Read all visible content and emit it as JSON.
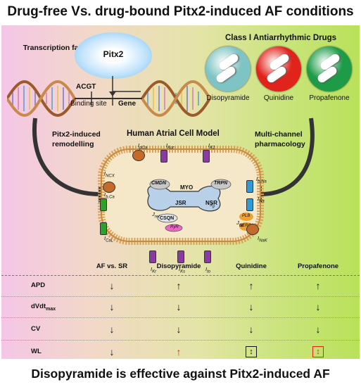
{
  "title": "Drug-free Vs. drug-bound Pitx2-induced AF conditions",
  "footer": "Disopyramide is effective against Pitx2-induced AF",
  "top": {
    "transcription_factor": "Transcription factor",
    "pitx2": "Pitx2",
    "acgt": "ACGT",
    "binding_site": "Binding site",
    "gene": "Gene",
    "drugs_title": "Class I Antiarrhythmic Drugs",
    "drugs": [
      {
        "name": "Disopyramide",
        "color": "#7fc4c4"
      },
      {
        "name": "Quinidine",
        "color": "#e0231b"
      },
      {
        "name": "Propafenone",
        "color": "#1e9b47"
      }
    ]
  },
  "middle": {
    "left_label": "Pitx2-induced remodelling",
    "right_label": "Multi-channel pharmacology",
    "cell_title": "Human Atrial Cell Model",
    "cmdn": "CMDN",
    "trpn": "TRPN",
    "myo": "MYO",
    "csqn": "CSQN",
    "jsr": "JSR",
    "nsr": "NSR",
    "ryr": "RyR",
    "plb": "PLB",
    "serca": "SERCA",
    "currents": {
      "ipca": "I",
      "ipca_sub": "pCa",
      "ikur": "I",
      "ikur_sub": "Kur",
      "ik1": "I",
      "ik1_sub": "K1",
      "incx": "I",
      "incx_sub": "NCX",
      "ibca": "I",
      "ibca_sub": "b,Ca",
      "ical": "I",
      "ical_sub": "CaL",
      "ibna": "I",
      "ibna_sub": "b,Na",
      "ina": "I",
      "ina_sub": "Na",
      "inak": "I",
      "inak_sub": "NaK",
      "ikr": "I",
      "ikr_sub": "Kr",
      "iks": "I",
      "iks_sub": "Ks",
      "ito": "I",
      "ito_sub": "to",
      "jrel": "J",
      "jrel_sub": "rel",
      "jtr": "J",
      "jtr_sub": "tr",
      "jup": "J",
      "jup_sub": "up"
    }
  },
  "table": {
    "columns": [
      "AF vs. SR",
      "Disopyramide",
      "Quinidine",
      "Propafenone"
    ],
    "rows": [
      {
        "label": "APD",
        "label_sub": "",
        "cells": [
          "↓",
          "↑",
          "↑",
          "↑"
        ]
      },
      {
        "label": "dVdt",
        "label_sub": "max",
        "cells": [
          "↓",
          "↓",
          "↓",
          "↓"
        ]
      },
      {
        "label": "CV",
        "label_sub": "",
        "cells": [
          "↓",
          "↓",
          "↓",
          "↓"
        ]
      },
      {
        "label": "WL",
        "label_sub": "",
        "cells": [
          "↓",
          "↑",
          "↕",
          "↕"
        ]
      }
    ],
    "colors": {
      "red": "#e0231b",
      "black": "#111111"
    }
  }
}
